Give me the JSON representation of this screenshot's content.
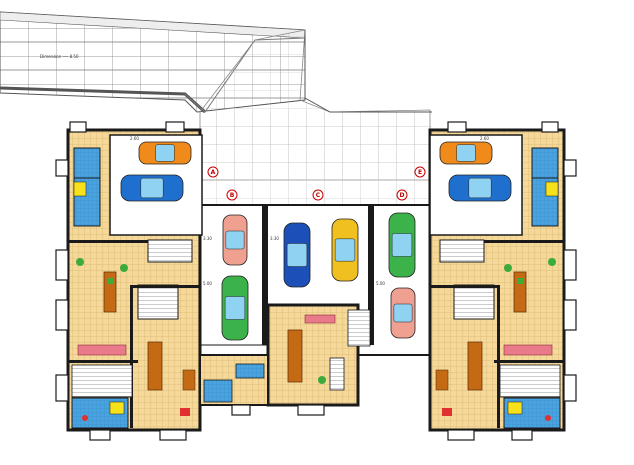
{
  "drawing": {
    "ramp_note": "Dimension ---- 8.50",
    "section_markers": [
      "A",
      "B",
      "C",
      "D",
      "E"
    ],
    "colors": {
      "wall": "#1a1a1a",
      "floor_tile": "#f5d89a",
      "tile_grid": "#c9a95c",
      "wet_room": "#4aa3e0",
      "wet_room_yellow": "#f7e11b",
      "garage_floor": "#ffffff",
      "grid": "#b0b0b0",
      "marker": "#cc0000",
      "plant": "#3cab3c"
    },
    "cars": [
      {
        "id": "car-orange-left",
        "color": "#f08a1a"
      },
      {
        "id": "car-blue-left",
        "color": "#1f6fcf"
      },
      {
        "id": "car-pink-1",
        "color": "#f0a090"
      },
      {
        "id": "car-green-1",
        "color": "#3cb24a"
      },
      {
        "id": "car-blue-center",
        "color": "#1c4fb8"
      },
      {
        "id": "car-yellow-center",
        "color": "#f0c020"
      },
      {
        "id": "car-green-2",
        "color": "#3cb24a"
      },
      {
        "id": "car-pink-2",
        "color": "#f0a090"
      },
      {
        "id": "car-orange-right",
        "color": "#f08a1a"
      },
      {
        "id": "car-blue-right",
        "color": "#1f6fcf"
      }
    ],
    "dimension_labels": [
      "3.30",
      "3.30",
      "5.00",
      "5.00",
      "2.60",
      "2.60"
    ]
  }
}
